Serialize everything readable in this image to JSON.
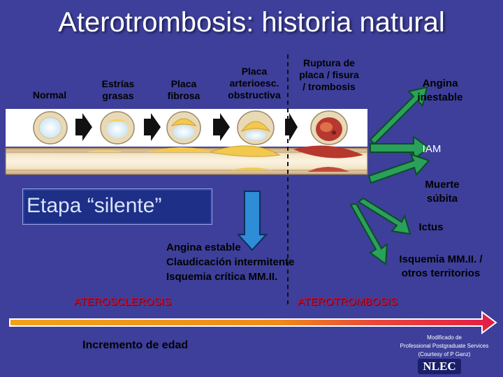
{
  "title": "Aterotrombosis: historia natural",
  "stages": {
    "normal": "Normal",
    "estrias": "Estrías grasas",
    "fibrosa": "Placa fibrosa",
    "obstructiva_1": "Placa",
    "obstructiva_2": "arterioesc.",
    "obstructiva_3": "obstructiva",
    "ruptura_1": "Ruptura de",
    "ruptura_2": "placa / fisura",
    "ruptura_3": "/ trombosis"
  },
  "outcomes": {
    "angina_inestable": "Angina inestable",
    "iam": "IAM",
    "muerte_subita": "Muerte súbita",
    "ictus": "Ictus",
    "isquemia_mmii": "Isquemia MM.II. / otros territorios"
  },
  "silent_stage": "Etapa “silente”",
  "stable_symptoms": [
    "Angina estable",
    "Claudicación intermitente",
    "Isquemia crítica MM.II."
  ],
  "phases": {
    "left": "ATEROSCLEROSIS",
    "right": "ATEROTROMBOSIS"
  },
  "age_label": "Incremento de edad",
  "credit": [
    "Modificado de",
    "Professional Postgraduate Services",
    "(Courtesy of P Ganz)"
  ],
  "logo": "NLEC",
  "colors": {
    "background": "#3d3f9a",
    "arrow_fill": "#2aa15a",
    "timeline_left": "#f2a11a",
    "timeline_right": "#e21c47",
    "phase_text": "#c8102e"
  }
}
